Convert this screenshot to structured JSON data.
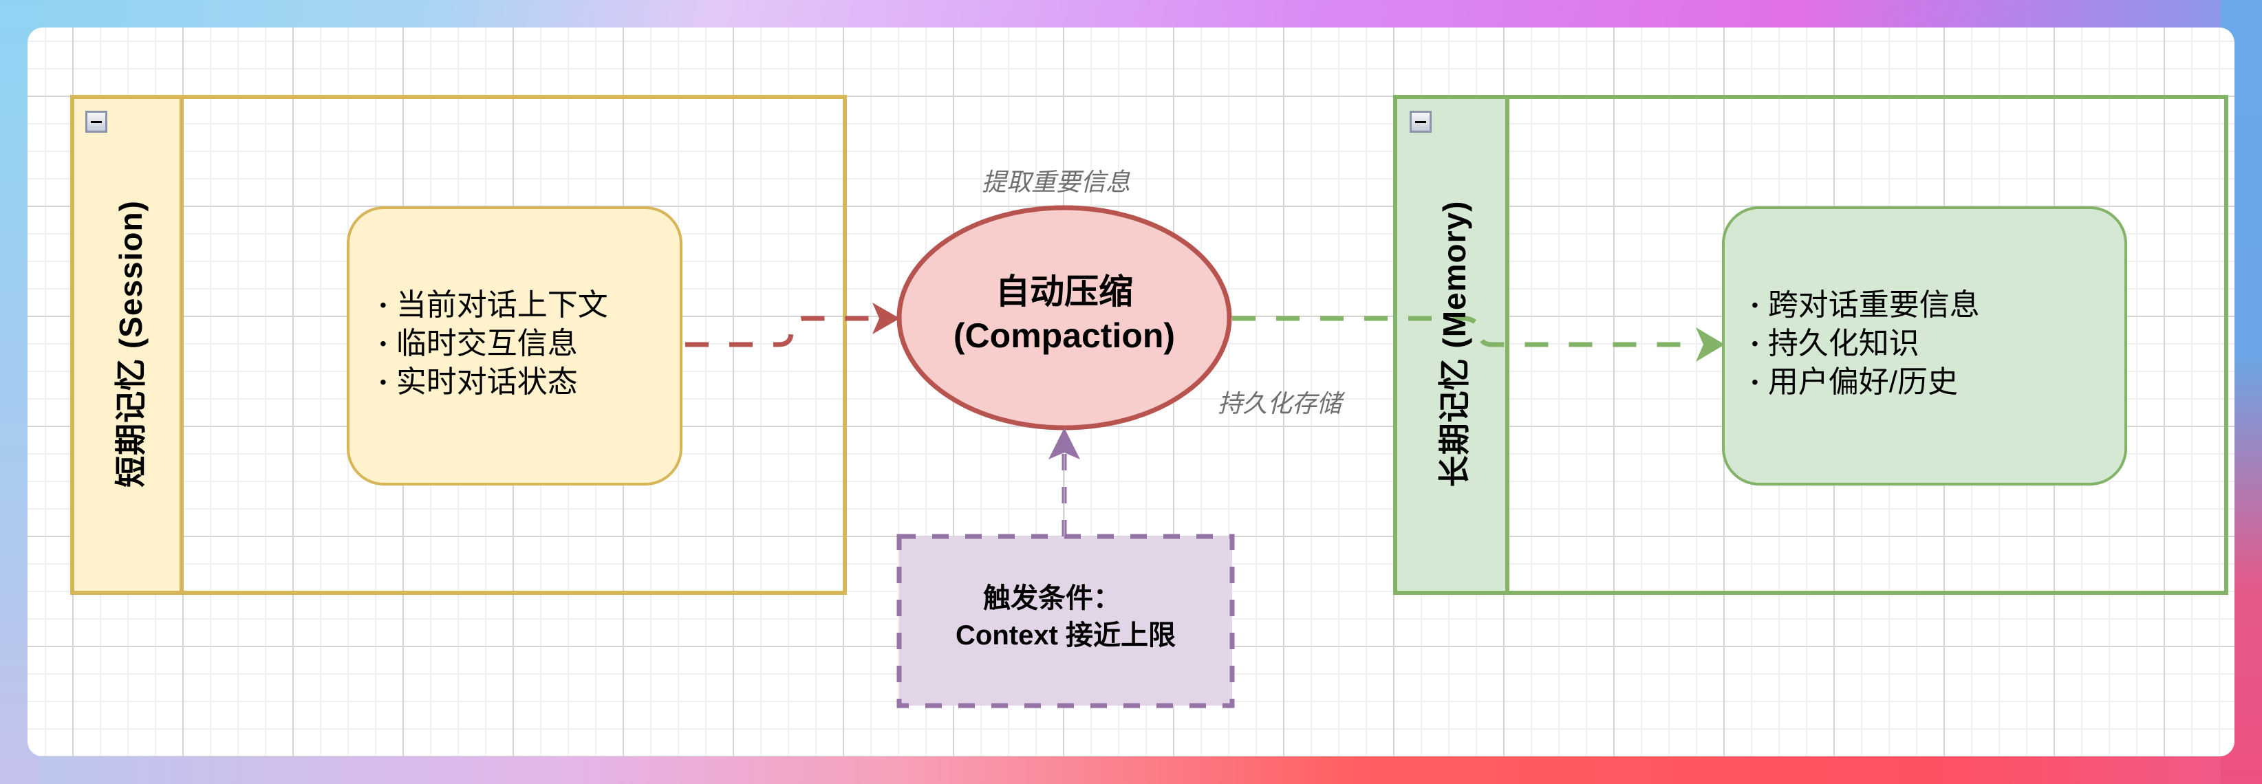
{
  "diagram": {
    "title": "Session vs Memory compaction flow",
    "colors": {
      "session_fill": "#fff2cc",
      "session_stroke": "#d6b656",
      "memory_fill": "#d5e8d4",
      "memory_stroke": "#82b366",
      "compaction_fill": "#f8cecc",
      "compaction_stroke": "#b85450",
      "trigger_fill": "#e1d5e7",
      "trigger_stroke": "#9673a6",
      "edge_label_color": "#6e6e6e"
    },
    "short_term_pool": {
      "title": "短期记忆 (Session)",
      "collapse_icon": "minus-icon",
      "items": [
        "当前对话上下文",
        "临时交互信息",
        "实时对话状态"
      ]
    },
    "compaction_node": {
      "line1": "自动压缩",
      "line2": "(Compaction)"
    },
    "trigger_node": {
      "line1": "触发条件：",
      "line2": "Context 接近上限"
    },
    "long_term_pool": {
      "title": "长期记忆 (Memory)",
      "collapse_icon": "minus-icon",
      "items": [
        "跨对话重要信息",
        "持久化知识",
        "用户偏好/历史"
      ]
    },
    "edge_labels": {
      "extract": "提取重要信息",
      "persist": "持久化存储"
    },
    "bullet_glyph": "•"
  }
}
